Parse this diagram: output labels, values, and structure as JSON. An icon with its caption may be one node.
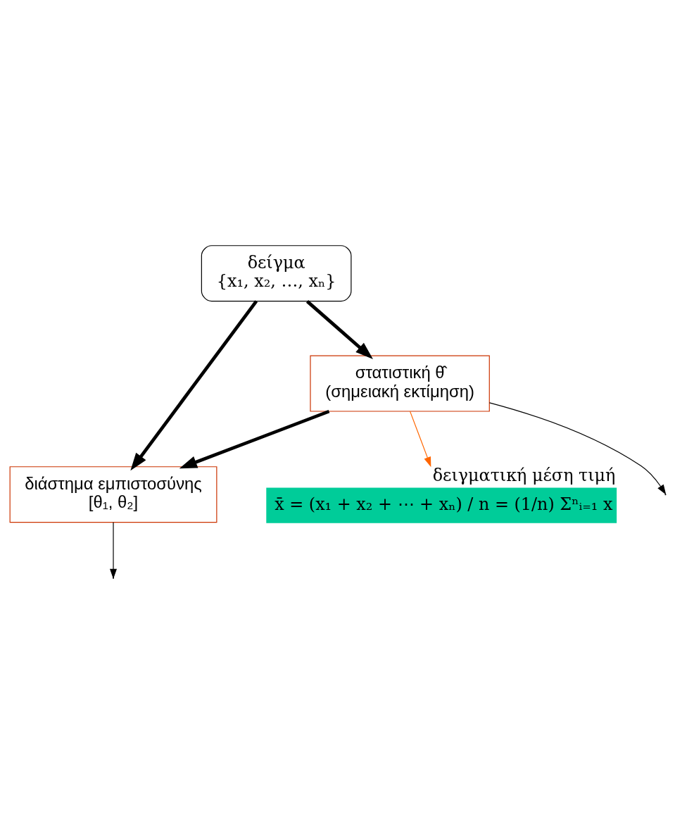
{
  "diagram": {
    "nodes": [
      {
        "text": [
          "δείγμα",
          "{x₁, x₂, …, xₙ}"
        ]
      },
      {
        "text": [
          "στατιστική θ̂",
          "(σημειακή εκτίμηση)"
        ]
      },
      {
        "text": [
          "διάστημα εμπιστοσύνης",
          "[θ₁, θ₂]"
        ]
      },
      {
        "text": [
          "δειγματική μέση τιμή",
          "x̄ = (x₁ + x₂ + ⋯ + xₙ) / n = (1/n) Σⁿᵢ₌₁ x"
        ]
      }
    ],
    "edges": [
      {
        "from": 0,
        "to": 1,
        "arrow": "to",
        "style": "thick"
      },
      {
        "from": 0,
        "to": 2,
        "arrow": "to",
        "style": "thick"
      },
      {
        "from": 1,
        "to": 2,
        "arrow": "to",
        "style": "thick"
      },
      {
        "from": 1,
        "to": null,
        "arrow": "to"
      },
      {
        "from": 2,
        "to": null,
        "arrow": "to"
      },
      {
        "from": 1,
        "to": 3,
        "arrow": "to",
        "color": "#ff6600"
      }
    ]
  }
}
